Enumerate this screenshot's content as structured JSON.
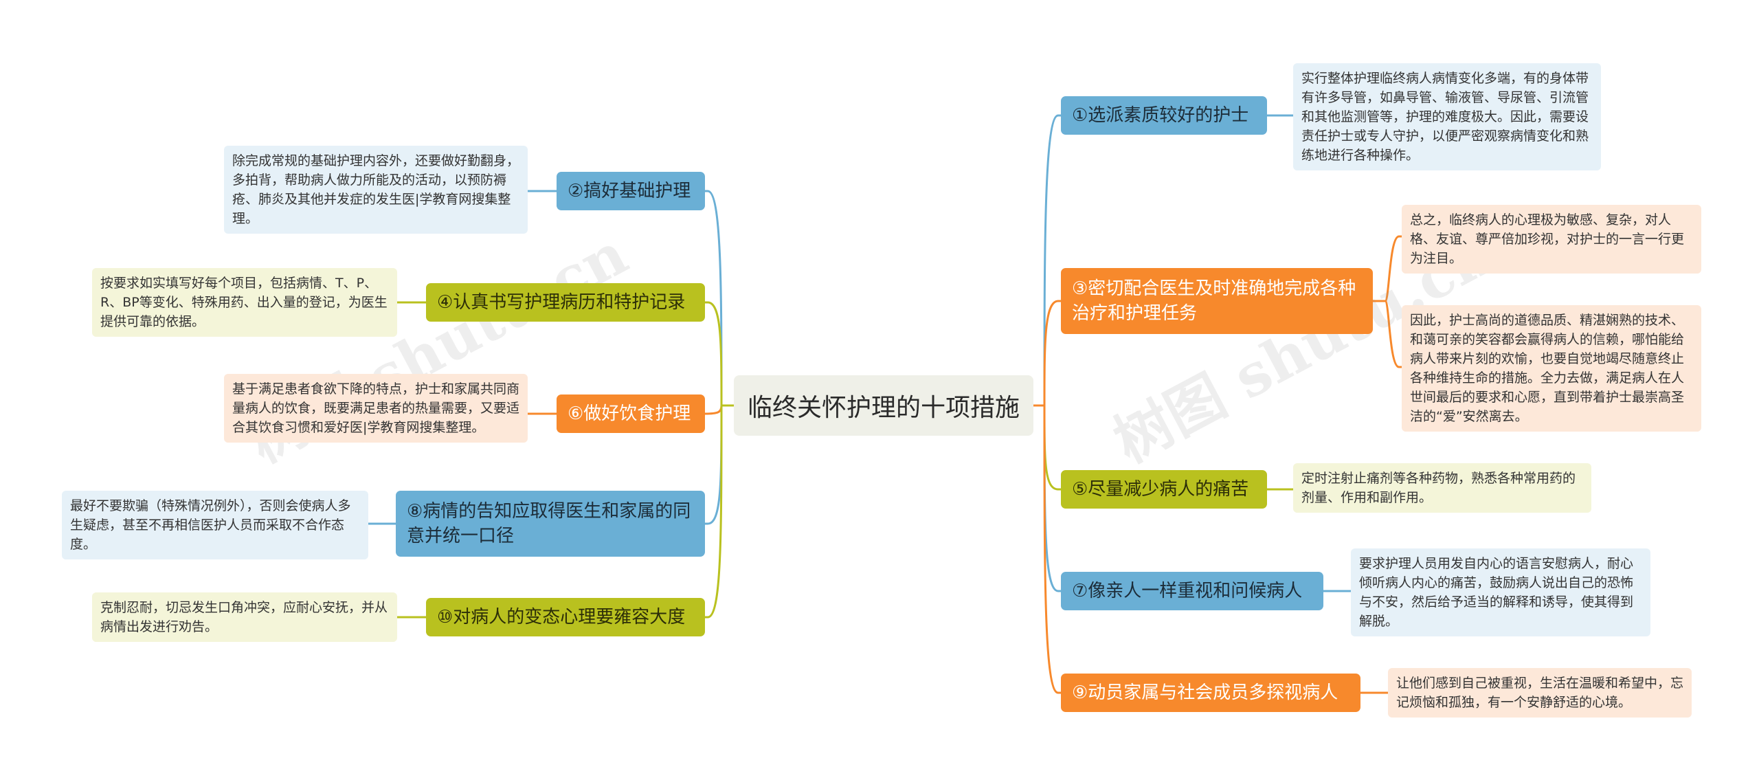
{
  "center": {
    "title": "临终关怀护理的十项措施"
  },
  "colors": {
    "blue": "#6aafd5",
    "olive": "#b9c11f",
    "orange": "#f7892c"
  },
  "left": [
    {
      "id": "2",
      "label": "②搞好基础护理",
      "color": "blue",
      "notes": [
        "除完成常规的基础护理内容外，还要做好勤翻身，多拍背，帮助病人做力所能及的活动，以预防褥疮、肺炎及其他并发症的发生医|学教育网搜集整理。"
      ]
    },
    {
      "id": "4",
      "label": "④认真书写护理病历和特护记录",
      "color": "olive",
      "notes": [
        "按要求如实填写好每个项目，包括病情、T、P、R、BP等变化、特殊用药、出入量的登记，为医生提供可靠的依据。"
      ]
    },
    {
      "id": "6",
      "label": "⑥做好饮食护理",
      "color": "orange",
      "notes": [
        "基于满足患者食欲下降的特点，护士和家属共同商量病人的饮食，既要满足患者的热量需要，又要适合其饮食习惯和爱好医|学教育网搜集整理。"
      ]
    },
    {
      "id": "8",
      "label": "⑧病情的告知应取得医生和家属的同意并统一口径",
      "color": "blue",
      "notes": [
        "最好不要欺骗（特殊情况例外），否则会使病人多生疑虑，甚至不再相信医护人员而采取不合作态度。"
      ]
    },
    {
      "id": "10",
      "label": "⑩对病人的变态心理要雍容大度",
      "color": "olive",
      "notes": [
        "克制忍耐，切忌发生口角冲突，应耐心安抚，并从病情出发进行劝告。"
      ]
    }
  ],
  "right": [
    {
      "id": "1",
      "label": "①选派素质较好的护士",
      "color": "blue",
      "notes": [
        "实行整体护理临终病人病情变化多端，有的身体带有许多导管，如鼻导管、输液管、导尿管、引流管和其他监测管等，护理的难度极大。因此，需要设责任护士或专人守护，以便严密观察病情变化和熟练地进行各种操作。"
      ]
    },
    {
      "id": "3",
      "label": "③密切配合医生及时准确地完成各种治疗和护理任务",
      "color": "orange",
      "notes": [
        "总之，临终病人的心理极为敏感、复杂，对人格、友谊、尊严倍加珍视，对护士的一言一行更为注目。",
        "因此，护士高尚的道德品质、精湛娴熟的技术、和蔼可亲的笑容都会赢得病人的信赖，哪怕能给病人带来片刻的欢愉，也要自觉地竭尽随意终止各种维持生命的措施。全力去做，满足病人在人世间最后的要求和心愿，直到带着护士最崇高圣洁的“爱”安然离去。"
      ]
    },
    {
      "id": "5",
      "label": "⑤尽量减少病人的痛苦",
      "color": "olive",
      "notes": [
        "定时注射止痛剂等各种药物，熟悉各种常用药的剂量、作用和副作用。"
      ]
    },
    {
      "id": "7",
      "label": "⑦像亲人一样重视和问候病人",
      "color": "blue",
      "notes": [
        "要求护理人员用发自内心的语言安慰病人，耐心倾听病人内心的痛苦，鼓励病人说出自己的恐怖与不安，然后给予适当的解释和诱导，使其得到解脱。"
      ]
    },
    {
      "id": "9",
      "label": "⑨动员家属与社会成员多探视病人",
      "color": "orange",
      "notes": [
        "让他们感到自己被重视，生活在温暖和希望中，忘记烦恼和孤独，有一个安静舒适的心境。"
      ]
    }
  ],
  "watermarks": [
    "树图 shutu.cn",
    "树图 shutu.cn"
  ]
}
